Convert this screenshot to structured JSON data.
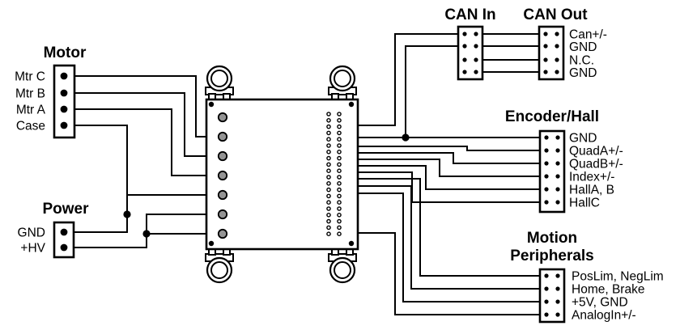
{
  "diagram_type": "motor-controller-wiring-diagram",
  "colors": {
    "wire": "#000000",
    "pad_fill": "#949494",
    "background": "#ffffff"
  },
  "board": {
    "left_pad_count": 7,
    "right_pin_rows": 20,
    "right_pin_cols": 2
  },
  "motor": {
    "title": "Motor",
    "pins": [
      "Mtr C",
      "Mtr B",
      "Mtr A",
      "Case"
    ]
  },
  "power": {
    "title": "Power",
    "pins": [
      "GND",
      "+HV"
    ]
  },
  "can_in": {
    "title": "CAN In"
  },
  "can_out": {
    "title": "CAN Out",
    "pins": [
      "Can+/-",
      "GND",
      "N.C.",
      "GND"
    ]
  },
  "encoder_hall": {
    "title": "Encoder/Hall",
    "pins": [
      "GND",
      "QuadA+/-",
      "QuadB+/-",
      "Index+/-",
      "HallA, B",
      "HallC"
    ]
  },
  "motion": {
    "title_lines": [
      "Motion",
      "Peripherals"
    ],
    "pins": [
      "PosLim, NegLim",
      "Home, Brake",
      "+5V, GND",
      "AnalogIn+/-"
    ]
  }
}
